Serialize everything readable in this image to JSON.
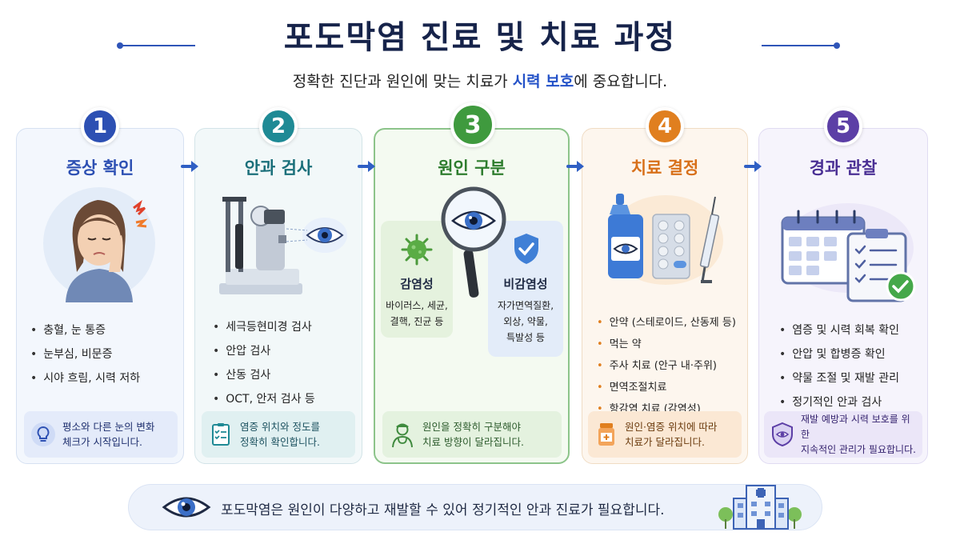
{
  "header": {
    "title": "포도막염 진료 및 치료 과정",
    "subtitle_before": "정확한 진단과 원인에 맞는 치료가 ",
    "subtitle_highlight": "시력 보호",
    "subtitle_after": "에 중요합니다."
  },
  "steps": [
    {
      "number": "1",
      "title": "증상 확인",
      "items": [
        "충혈, 눈 통증",
        "눈부심, 비문증",
        "시야 흐림, 시력 저하"
      ],
      "note_line1": "평소와 다른 눈의 변화",
      "note_line2": "체크가 시작입니다."
    },
    {
      "number": "2",
      "title": "안과 검사",
      "items": [
        "세극등현미경 검사",
        "안압 검사",
        "산동 검사",
        "OCT, 안저 검사 등"
      ],
      "note_line1": "염증 위치와 정도를",
      "note_line2": "정확히 확인합니다."
    },
    {
      "number": "3",
      "title": "원인 구분",
      "infectious": {
        "title": "감염성",
        "line1": "바이러스, 세균,",
        "line2": "결핵, 진균 등"
      },
      "noninfectious": {
        "title": "비감염성",
        "line1": "자가면역질환,",
        "line2": "외상, 약물,",
        "line3": "특발성 등"
      },
      "note_line1": "원인을 정확히 구분해야",
      "note_line2": "치료 방향이 달라집니다."
    },
    {
      "number": "4",
      "title": "치료 결정",
      "items": [
        "안약 (스테로이드, 산동제 등)",
        "먹는 약",
        "주사 치료 (안구 내·주위)",
        "면역조절치료",
        "항감염 치료 (감염성)"
      ],
      "note_line1": "원인·염증 위치에 따라",
      "note_line2": "치료가 달라집니다."
    },
    {
      "number": "5",
      "title": "경과 관찰",
      "items": [
        "염증 및 시력 회복 확인",
        "안압 및 합병증 확인",
        "약물 조절 및 재발 관리",
        "정기적인 안과 검사"
      ],
      "note_line1": "재발 예방과 시력 보호를 위한",
      "note_line2": "지속적인 관리가 필요합니다."
    }
  ],
  "footer": {
    "text": "포도막염은 원인이 다양하고 재발할 수 있어 정기적인 안과 진료가 필요합니다."
  },
  "colors": {
    "title": "#16234a",
    "highlight": "#2452c8",
    "step1": "#2d50b3",
    "step2": "#1f8a95",
    "step3": "#3f9a3e",
    "step4": "#e07f1f",
    "step5": "#5c3fa6"
  },
  "icons": {
    "step1": "patient-eye-pain-icon",
    "step2": "slit-lamp-icon",
    "step3": "magnifier-eye-icon",
    "step4": "medicine-icon",
    "step5": "calendar-clipboard-icon",
    "footer": "eye-icon"
  }
}
